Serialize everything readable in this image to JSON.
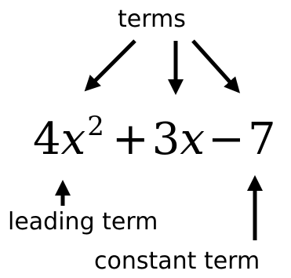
{
  "labels": {
    "terms": "terms",
    "leading_term": "leading term",
    "constant_term": "constant term"
  },
  "expression": {
    "term1_coef": "4",
    "term1_var": "x",
    "term1_exp": "2",
    "op1": "+",
    "term2_coef": "3",
    "term2_var": "x",
    "op2": "−",
    "term3_const": "7"
  },
  "colors": {
    "ink": "#000000",
    "background": "#ffffff"
  }
}
